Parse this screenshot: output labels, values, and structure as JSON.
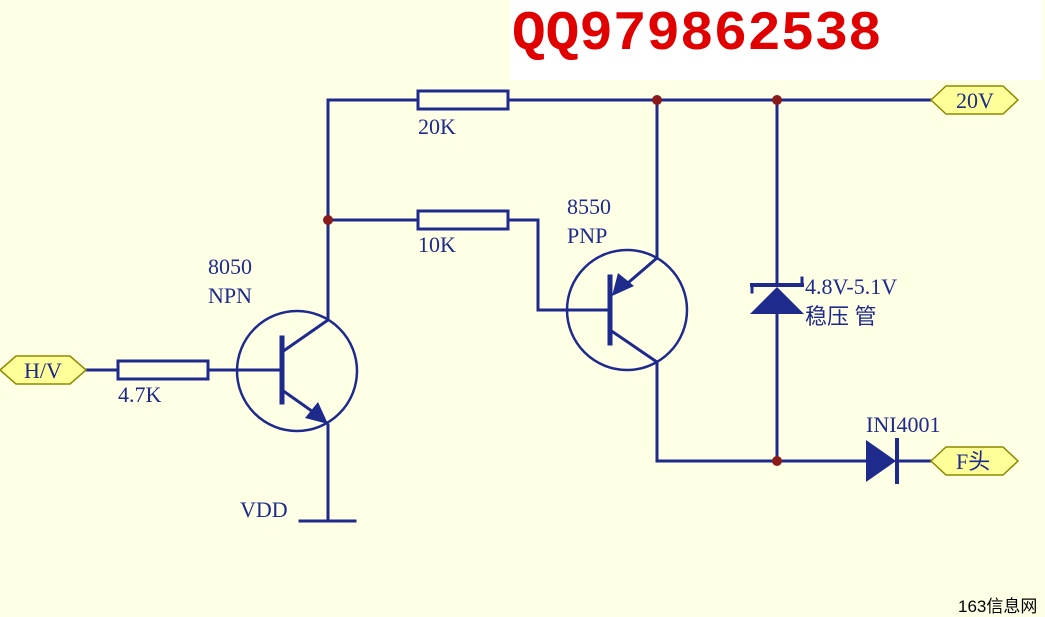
{
  "watermark": {
    "text": "QQ979862538",
    "color": "#E00000"
  },
  "site_mark": "163信息网",
  "colors": {
    "wire": "#1E2A8C",
    "junction": "#8B1A1A",
    "port_fill": "#FFFF99",
    "background": "#FFFFE6"
  },
  "ports": {
    "hv": "H/V",
    "v20": "20V",
    "f": "F头"
  },
  "resistors": {
    "r1": "20K",
    "r2": "10K",
    "r3": "4.7K"
  },
  "npn": {
    "model": "8050",
    "type": "NPN"
  },
  "pnp": {
    "model": "8550",
    "type": "PNP"
  },
  "zener": {
    "voltage": "4.8V-5.1V",
    "name": "稳压 管"
  },
  "diode": {
    "model": "INI4001"
  },
  "ground": {
    "label": "VDD"
  }
}
